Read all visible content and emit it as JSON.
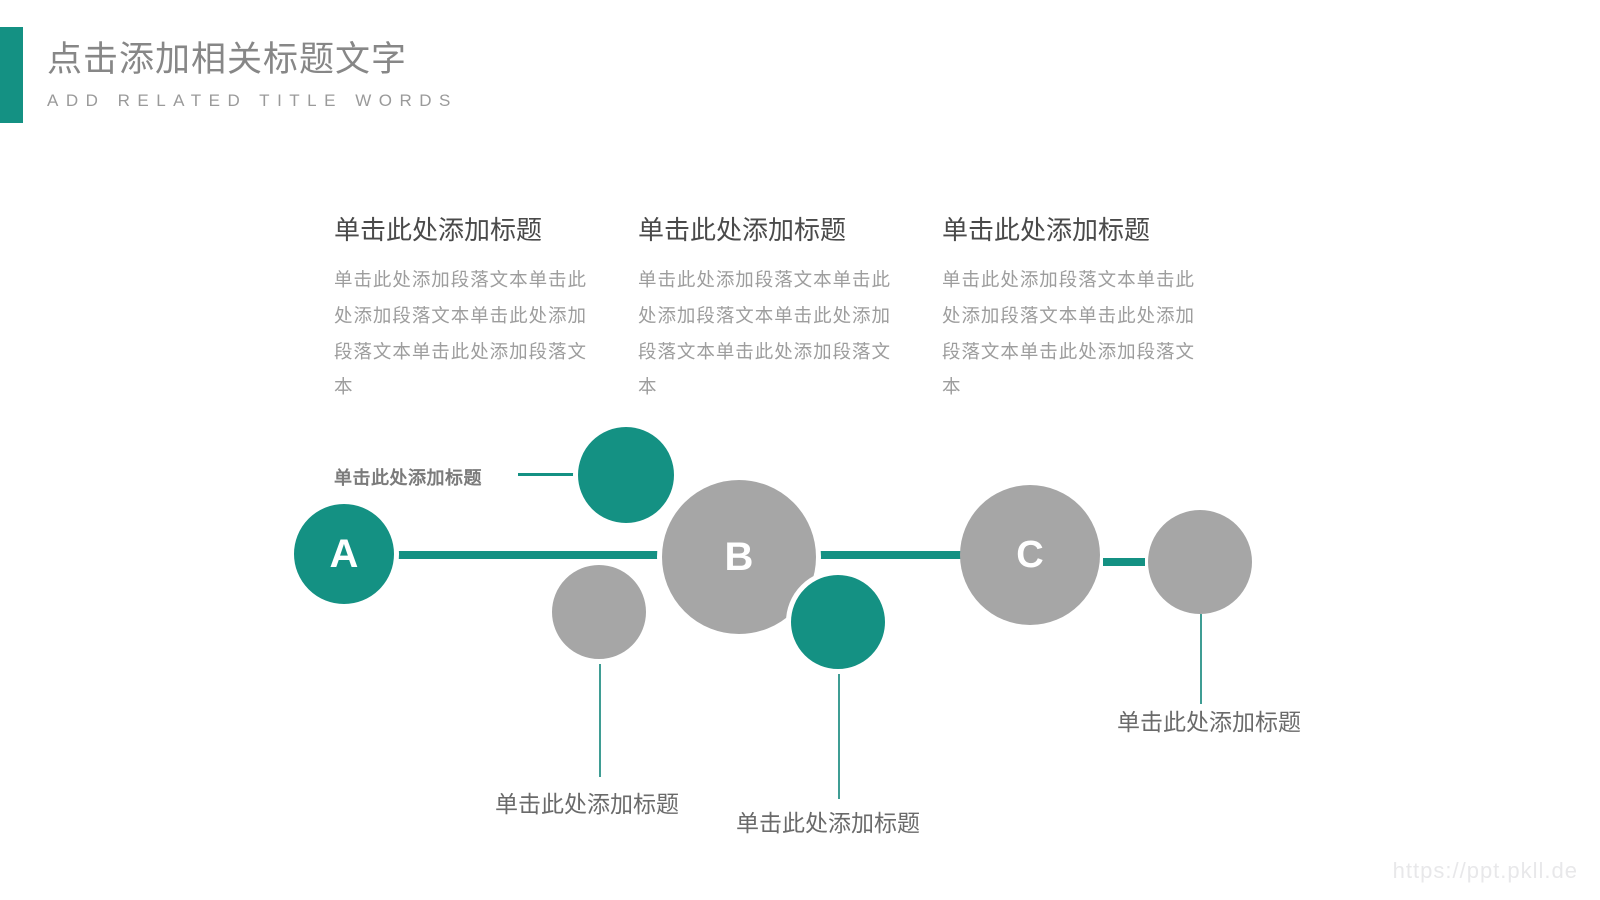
{
  "header": {
    "title": "点击添加相关标题文字",
    "subtitle": "ADD RELATED TITLE WORDS",
    "accent_color": "#149183"
  },
  "columns": [
    {
      "title": "单击此处添加标题",
      "body": "单击此处添加段落文本单击此处添加段落文本单击此处添加段落文本单击此处添加段落文本"
    },
    {
      "title": "单击此处添加标题",
      "body": "单击此处添加段落文本单击此处添加段落文本单击此处添加段落文本单击此处添加段落文本"
    },
    {
      "title": "单击此处添加标题",
      "body": "单击此处添加段落文本单击此处添加段落文本单击此处添加段落文本单击此处添加段落文本"
    }
  ],
  "diagram": {
    "nodes": [
      {
        "id": "a",
        "letter": "A",
        "color": "#149183"
      },
      {
        "id": "b",
        "letter": "B",
        "color": "#a6a6a6"
      },
      {
        "id": "c",
        "letter": "C",
        "color": "#a6a6a6"
      }
    ],
    "accent_teal": "#149183",
    "accent_gray": "#a6a6a6",
    "labels": {
      "left": "单击此处添加标题",
      "bottom_left": "单击此处添加标题",
      "bottom_mid": "单击此处添加标题",
      "right": "单击此处添加标题"
    }
  },
  "watermark": "https://ppt.pkll.de"
}
